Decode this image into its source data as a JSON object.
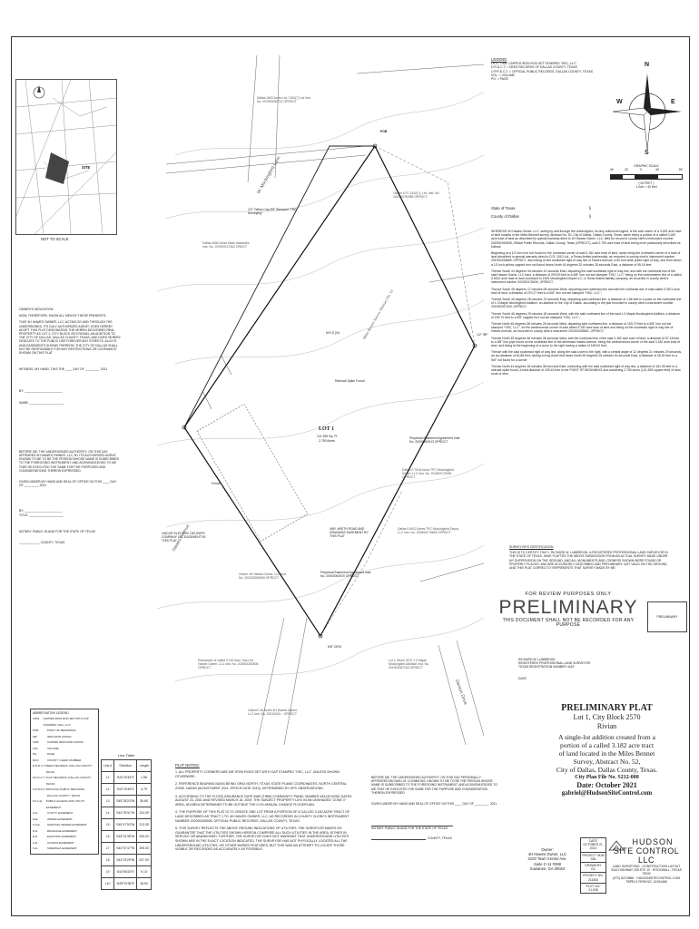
{
  "vicinity": {
    "title": "NOT TO SCALE",
    "site_label": "SITE"
  },
  "legend": {
    "title": "LEGEND",
    "lines": [
      "I.R.S. = 5/8\" CAPPED IRON ROD SET STAMPED \"HSC, LLC\"",
      "D.R.D.C.T. = DEED RECORDS OF DALLAS COUNTY, TEXAS",
      "O.P.R.D.C.T. = OFFICIAL PUBLIC RECORDS, DALLAS COUNTY, TEXAS",
      "VOL. = VOLUME",
      "PG. = PAGE"
    ]
  },
  "compass": {
    "n": "N",
    "s": "S",
    "e": "E",
    "w": "W"
  },
  "scale": {
    "title": "GRAPHIC SCALE",
    "ticks": [
      "40",
      "20",
      "0",
      "40",
      "80"
    ],
    "unit_title": "( IN FEET )",
    "unit": "1 inch = 40 feet"
  },
  "state": {
    "state_line": "State of Texas",
    "county_line": "County of Dallas",
    "sym": "§"
  },
  "description": {
    "whereas": "WHEREAS 4H Hawes Owner, LLC, acting by and through the undersigned, its duly authorized agent, is the sole owner of a 3.182 acre tract of land located in the Miles Bennett survey, Abstract No. 52, City of Dallas, Dallas County, Texas, same being a portion of a called 3.182 acre tract of land as described by special warranty deed to 4H Hawes Owner, LLC, filed for record in county clerk's instrument number 202000263508, Official Public Records, Dallas County, Texas (OPRDCT), said 2.790 acre tract of land being more particularly described as follows:",
    "beginning": "Beginning at a 1/2 inch iron rod found for the northeast corner of said 3.182 acre tract of land, same being the northwest corner of a tract of land described in special warranty deed to D.R. 1510 Ltd., a Texas limited partnership, as recorded in county clerk's instrument number 201000208689, OPRDCT, also being on the southeast right of way line of Hawes Avenue, a 60-foot wide public right of way, and from which a 1/2 inch yellow capped iron rod found bears North 44 degrees 32 minutes 28 seconds East, a distance of 98.16 feet;",
    "calls": [
      "Thence South 44 degrees 34 minutes 12 seconds East, departing the said southeast right of way line, and with the northwest line of the said Hawes Owner, LLC tract, a distance of 293.53 feet to a 5/8\" iron rod set stamped \"HSC, LLC\" being on the northwestern line of a called 0.6912 acre tract of land conveyed to 1500 Mockingbird Depot LLC, a Texas limited liability company, as recorded in county clerk's instrument number 202000176630, OPRDCT;",
      "Thence South 45 degrees 17 minutes 08 seconds West, departing said northeast line and with the northeast line of said called 0.0672 acre tract of land, a distance of 270.27 feet to a 5/8\" iron rod set stamped \"HSC, LLC\";",
      "Thence South 45 degrees 28 minutes 13 seconds East, departing said northeast line, a distance of 1.86 feet to a point on the northwest line of 1.0 Maple Mockingbird Addition, an addition to the City of Dallas, according to the plat recorded in county clerk's instrument number 201900067033, OPRDCT;",
      "Thence South 46 degrees 29 minutes 18 seconds West, with the said northwest line of the said 1.0 Maple Mockingbird Addition, a distance of 159.70 feet to a 5/8\" capped iron rod set stamped \"HSC, LLC\";",
      "Thence North 45 degrees 38 minutes 28 seconds West, departing said northwest line, a distance of 153.73 feet to a 5/8\" iron rod set stamped \"HSC, LLC\", for the westernmost corner of said called 3.182 acre tract of land and being on the southeast right of way line of Hawes Avenue, as recorded in county clerk's instrument 201000208861, OPRDCT;",
      "Thence North 45 degrees 36 minutes 36 seconds West, with the northeast line of the said 3.182 acre tract of land, a distance of 57.18 feet to a 5/8\" iron pipe found on the southeast line of the aforesaid Hawes Avenue, being the northernmost corner of the said 3.182 acre tract of land, and being at the beginning of a curve to the right having a radius of 169.00 feet;",
      "Thence with the said southeast right of way line, along the said curve to the right, with a central angle of 12 degrees 21 minutes 29 seconds, an arc distance of 61.88 feet, having a long chord that bears North 69 degrees 26 minutes 54 seconds East, a distance of 36.52 feet to a 5/8\" rod found for a corner;",
      "Thence North 44 degrees 18 minutes 38 seconds East, continuing with the said southeast right of way line, a distance of 181.35 feet to a railroad spike found, a total distance of 439.43 feet to the POINT OF BEGINNING and containing 2.790 acres (121,539 square feet) of land, more or less."
    ]
  },
  "surveyor": {
    "heading": "SURVEYOR'S CERTIFICATION",
    "text": "THIS IS TO CERTIFY THAT I, RICHARD W. LUMBROOK, A REGISTERED PROFESSIONAL LAND SURVEYOR IN THE STATE OF TEXAS, HAVE PLATTED THE ABOVE SUBDIVISION FROM AN ACTUAL SURVEY MADE UNDER MY SUPERVISION ON THE GROUND, AND ALL MONUMENTS AND CORNERS SHOWN WERE FOUND OR PROPERLY PLACED, AND ARE ACCURATELY DESCRIBED AND PRELIMINARY, NOT VALID ON THE GROUND, AND THIS PLAT CORRECTLY REPRESENTS THAT SURVEY MADE BY ME.",
    "sig_lines": [
      "RICHARD W. LUMBROOK",
      "REGISTERED PROFESSIONAL LAND SURVEYOR",
      "TEXAS REGISTRATION NUMBER 4419"
    ],
    "date_label": "DATE:"
  },
  "preliminary": {
    "top": "FOR REVIEW PURPOSES ONLY",
    "big": "PRELIMINARY",
    "bottom": "THIS DOCUMENT SHALL NOT BE RECORDED FOR ANY PURPOSE",
    "tag": "PRELIMINARY"
  },
  "title_block": {
    "line1": "PRELIMINARY PLAT",
    "line2": "Lot 1, City Block 2570",
    "line3": "Rivian",
    "line4": "A single-lot addition created from a",
    "line5": "portion of a called 3.182 acre tract",
    "line6": "of land located in the Miles Bennet",
    "line7": "Survey, Abstract No. 52,",
    "line8": "City of Dallas, Dallas County, Texas.",
    "line9": "City Plan File No. S212-008",
    "line10": "Date: October 2021",
    "line11": "gabriel@HudsonSiteControl.com"
  },
  "owner": {
    "label": "Owner:",
    "lines": [
      "4H Hawes Owner, LLC",
      "3103 Town Center Ave.",
      "Suite C-11 #288",
      "Suwanee, GA 30024"
    ]
  },
  "company": {
    "name_top": "HUDSON",
    "name": "SITE CONTROL LLC",
    "tagline": "LAND SURVEYING · CONSTRUCTION LAYOUT",
    "addr1": "3116 HIGHWAY 205 STE 10 · ROCKWALL, TEXAS 75032",
    "addr2": "(972) 523-9866 · HUDSONSITECONTROL.COM",
    "firm": "TBPELS FIRM NO. 10194468",
    "cells": [
      {
        "label": "DATE",
        "value": "OCTOBER 21, 2021"
      },
      {
        "label": "PROJECT NUM",
        "value": "S84"
      },
      {
        "label": "DRAWN BY",
        "value": "GC"
      },
      {
        "label": "PROJECT NO.",
        "value": "211063"
      },
      {
        "label": "PLOT NO.",
        "value": "21-036"
      }
    ]
  },
  "plat_notes": {
    "heading": "PLAT NOTES:",
    "items": [
      "1. ALL PROPERTY CORNERS ARE 5/8\" IRON RODS SET WITH CAP STAMPED \"HSC, LLC\" UNLESS SHOWN OTHERWISE.",
      "2. REFERENCE BEARING BASIS BEING GRID NORTH, TEXAS STATE PLANE COORDINATES, NORTH CENTRAL ZONE, NAD83 (ADJUSTMENT 2011, EPOCH DATE 2010), DETERMINED BY GPS OBSERVATIONS.",
      "3. ACCORDING TO THE FLOOD INSURANCE RATE MAP (FIRM) COMMUNITY PANEL NUMBER 48113C0335L DATED AUGUST 23, 2001 AND REVISED MARCH 16, 2009, THE SUBJECT PROPERTY LIES IN AN UNSHADED \"ZONE X\" AREA, AN AREA DETERMINED TO BE OUTSIDE THE 0.2% ANNUAL CHANCE FLOODPLAIN.",
      "4. THE PURPOSE OF THIS PLAT IS TO CREATE ONE LOT FROM A PORTION OF A CALLED 3.182 ACRE TRACT OF LAND DESCRIBED AS TRACT 1 TO 4H HAWES OWNER, LLC, AS RECORDED IN COUNTY CLERK'S INSTRUMENT NUMBER 202000263508, OFFICIAL PUBLIC RECORDS, DALLAS COUNTY, TEXAS.",
      "5. THIS SURVEY REFLECTS THE ABOVE GROUND INDICATIONS OF UTILITIES. THE SURVEYOR MAKES NO GUARANTEE THAT THE UTILITIES SHOWN HEREON COMPRISE ALL SUCH UTILITIES IN THE AREA, EITHER IN SERVICE OR ABANDONED. FURTHER, THE SURVEYOR DOES NOT WARRANT THAT UNDERGROUND UTILITIES SHOWN ARE IN THE EXACT LOCATION INDICATED. THE SURVEYOR HAS NOT PHYSICALLY LOCATED ALL THE UNDERGROUND UTILITIES, OR OTHER BURIED FEATURES, BUT THIS WAS AN ATTEMPT TO LOCATE THOSE VISIBLE OR RECORDED AS ACCURATELY AS POSSIBLE."
    ]
  },
  "notary_mid": {
    "text": "BEFORE ME, THE UNDERSIGNED AUTHORITY, ON THIS DAY PERSONALLY APPEARED MICHAEL M. CLEMMONS, KNOWN TO ME TO BE THE PERSON WHOSE NAME IS SUBSCRIBED TO THE FOREGOING INSTRUMENT, AND ACKNOWLEDGED TO ME THAT HE EXECUTED THE SAME FOR THE PURPOSE AND CONSIDERATION THEREIN EXPRESSED.",
    "given": "GIVEN UNDER MY HAND AND SEAL OF OFFICE ON THIS ____ DAY OF ________, 2021",
    "public": "NOTARY PUBLIC IN AND FOR THE STATE OF TEXAS",
    "county": "COUNTY, TEXAS"
  },
  "dedication": {
    "heading": "OWNER'S DEDICATION",
    "now": "NOW, THEREFORE, KNOW ALL MEN BY THESE PRESENTS:",
    "text": "THAT 4H HAWES OWNER, LLC, ACTING BY AND THROUGH THE UNDERSIGNED, ITS DULY AUTHORIZED AGENT, DOES HEREBY ADOPT THIS PLAT DESIGNATING THE HEREIN DESCRIBED REAL PROPERTY AS LOT 1, CITY BLOCK 2570 RIVIAN, AN ADDITION TO THE CITY OF DALLAS, DALLAS COUNTY, TEXAS, AND DOES HEREBY DEDICATE TO THE PUBLIC USE FOREVER ANY STREETS, ALLEYS, AND EASEMENTS SHOWN THEREON. THE CITY OF DALLAS SHALL NOT BE RESPONSIBLE FOR ANY RESTRICTIONS OR COVENANTS SHOWN ON THIS PLAT.",
    "witness": "WITNESS, MY HAND, THIS THE ____ DAY OF ________, 2021",
    "by": "BY: ______________________",
    "name": "NAME: ____________________",
    "before": "BEFORE ME, THE UNDERSIGNED AUTHORITY, ON THIS DAY APPEARED 4H HAWES OWNER, LLC, BY ITS AUTHORIZED AGENT, KNOWN TO ME TO BE THE PERSON WHOSE NAME IS SUBSCRIBED TO THE FOREGOING INSTRUMENT, AND ACKNOWLEDGED TO ME THAT HE EXECUTED THE SAME FOR THE PURPOSES AND CONSIDERATIONS THEREIN EXPRESSED.",
    "given": "GIVEN UNDER MY HAND AND SEAL OF OFFICE ON THIS ____ DAY OF ________, 2021",
    "by2": "BY: ______________________",
    "title": "TITLE: ____________________",
    "public": "NOTARY PUBLIC IN AND FOR THE STATE OF TEXAS",
    "county": "____________ COUNTY, TEXAS"
  },
  "abbreviations": {
    "heading": "ABBREVIATION LEGEND",
    "rows": [
      [
        "CIRS",
        "CAPPED IRON ROD SET WITH CAP STAMPED \"HSC, LLC\""
      ],
      [
        "POB",
        "POINT OF BEGINNING"
      ],
      [
        "IRF",
        "IRON ROD FOUND"
      ],
      [
        "CIRF",
        "CAPPED IRON ROD FOUND"
      ],
      [
        "VOL.",
        "VOLUME"
      ],
      [
        "PG.",
        "PAGE"
      ],
      [
        "DOC",
        "COUNTY CLERK NUMBER"
      ],
      [
        "D.R.D.C.T.",
        "DEED RECORDS, DALLAS COUNTY, TEXAS"
      ],
      [
        "P.R.D.C.T.",
        "PLAT RECORDS, DALLAS COUNTY, TEXAS"
      ],
      [
        "O.P.R.D.C.T.",
        "OFFICIAL PUBLIC RECORDS, DALLAS COUNTY, TEXAS"
      ],
      [
        "P.A.U.E.",
        "PUBLIC ACCESS AND UTILITY EASEMENT"
      ],
      [
        "U.E.",
        "UTILITY EASEMENT"
      ],
      [
        "W.E.",
        "WATER EASEMENT"
      ],
      [
        "S.S.E.",
        "SANITARY SEWER EASEMENT"
      ],
      [
        "D.E.",
        "DRAINAGE EASEMENT"
      ],
      [
        "E.E.",
        "ELECTRIC EASEMENT"
      ],
      [
        "A.E.",
        "ACCESS EASEMENT"
      ],
      [
        "S.E.",
        "SIDEWALK EASEMENT"
      ]
    ]
  },
  "line_table": {
    "title": "Line Table",
    "headers": [
      "Line #",
      "Direction",
      "Length"
    ],
    "rows": [
      [
        "L1",
        "S44°19'45\"E",
        "1.86'"
      ],
      [
        "L2",
        "S44°19'45\"E",
        "4.79'"
      ],
      [
        "L3",
        "S45°28'23\"W",
        "35.65'"
      ],
      [
        "L4",
        "S44°29'41\"W",
        "124.09'"
      ],
      [
        "L5",
        "S45°47'53\"W",
        "213.05'"
      ],
      [
        "L6",
        "S45°01'38\"W",
        "205.04'"
      ],
      [
        "L7",
        "S44°37'47\"W",
        "205.03'"
      ],
      [
        "L8",
        "S44°19'29\"W",
        "247.93'"
      ],
      [
        "L9",
        "S44°06'24\"E",
        "9.13'"
      ],
      [
        "L10",
        "N45°23'36\"E",
        "18.94'"
      ]
    ]
  },
  "map": {
    "lot_title": "LOT 1",
    "lot_area": "121,539 Sq. Ft.",
    "lot_acres": "2.790 Acres",
    "survey_label": "Miles Bennet Survey Abstract No. 52",
    "street1": "W. Mockingbird Lane",
    "street2": "Hawes Avenue",
    "street3": "Denton Drive",
    "parcels": [
      "Dallas 1500 Acres Ltd, 1510(?) Ltd Inst. No. 201900050711 OPRDCT",
      "Owner D.R. 1510(?), Ltd. Inst. No. 201100190389 OPRDCT",
      "Dallas 4080 Acres Mark Industries Inst. No. 201900127461 DRDCT",
      "Dallas 0.7918 Acres TPC Mockingbird Depot, LLC Inst. No. 201800174028 OPRDCT",
      "Dallas 0.6912 Acres TPC Mockingbird Depot, LLC Inst. No. 201800175618 OPRDCT",
      "Owner 4H Hawes Owner, LLC Inst. No. 202000263508 OPRDCT",
      "Remainder of called 3.182 Acre Tract 4H Hawes Owner, LLC Inst. No. 202000263508 OPRDCT",
      "Lot 1, Block 2570 1.0 Maple Mockingbird Addition Inst. No. 201900067033 OPRDCT",
      "Called 0.45 Acres 4H Hawes Owner, LLC Inst. No. 20210004... OPRDCT"
    ],
    "callouts": [
      "1/2\" Yellow Cap IRF Stamped \"TBG Surveying\"",
      "Railroad Spike Found",
      "POB",
      "1/2\" IRF",
      "N.R.S (N)",
      "Perpetual Easement Agreement Instr. No. 20000061913 OPRDCT",
      "ONCOR ELECTRIC DELIVERY COMPANY LLC EASEMENT BY THIS PLAT",
      "VAR. WIDTH ROAD AND DRAINAGE EASEMENT BY THIS PLAT",
      "Perpetual Easement Agreement Instr. No. 20000061920 OPRDCT",
      "Fence",
      "5/8\" CIRS"
    ]
  }
}
